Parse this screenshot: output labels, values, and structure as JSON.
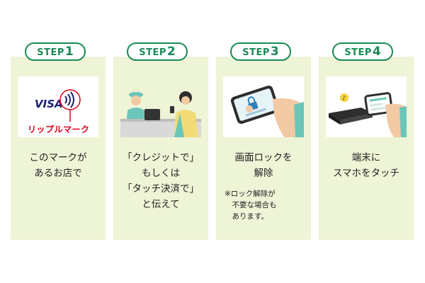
{
  "steps": [
    {
      "step_label": "STEP",
      "number": "1",
      "text": "このマークが\nあるお店で",
      "note": "",
      "visa": "VISA",
      "ripple_label": "リップルマーク"
    },
    {
      "step_label": "STEP",
      "number": "2",
      "text": "「クレジットで」\nもしくは\n「タッチ決済で」\nと伝えて",
      "note": ""
    },
    {
      "step_label": "STEP",
      "number": "3",
      "text": "画面ロックを\n解除",
      "note": "※ロック解除が\n　不要な場合も\n　あります。"
    },
    {
      "step_label": "STEP",
      "number": "4",
      "text": "端末に\nスマホをタッチ",
      "note": ""
    }
  ],
  "colors": {
    "accent_green": "#1a8a55",
    "card_bg": "#eef4d6",
    "ripple_red": "#d8001a",
    "visa_blue": "#1a1f71"
  }
}
